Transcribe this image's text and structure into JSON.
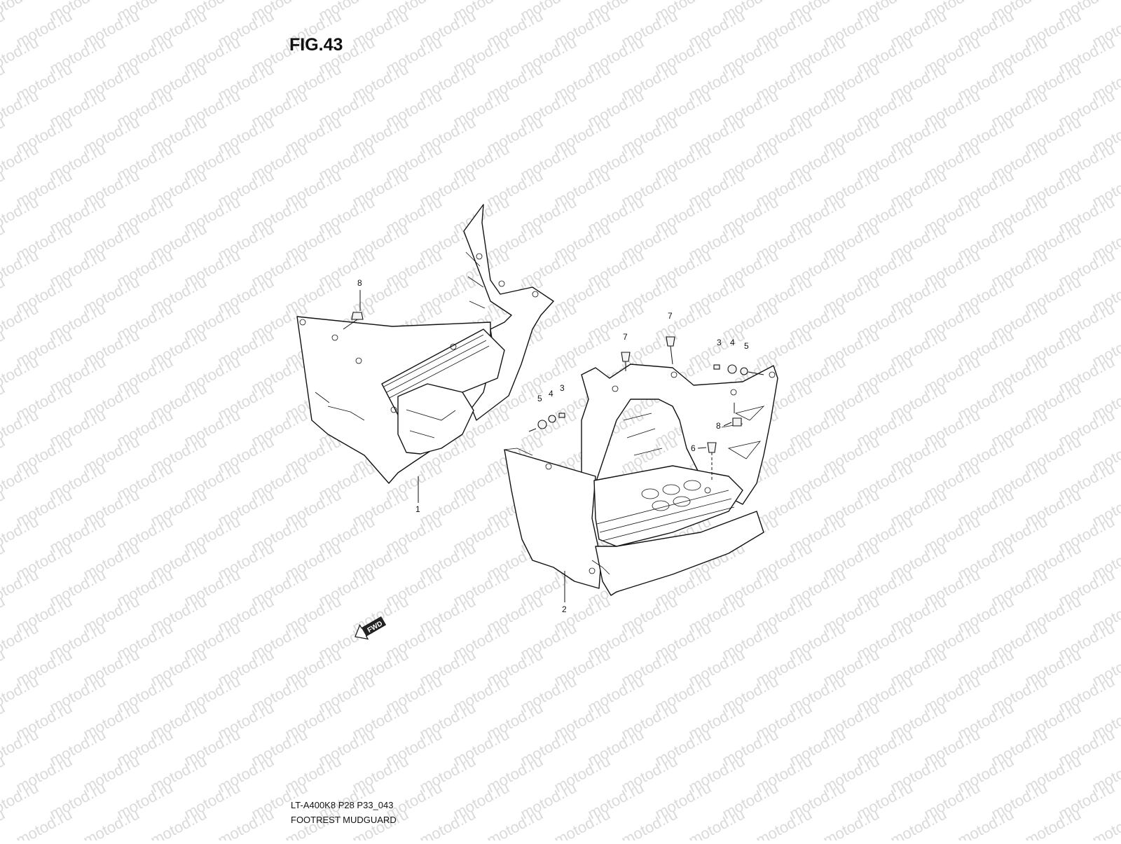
{
  "figure": {
    "title": "FIG.43",
    "model_code": "LT-A400K8 P28 P33_043",
    "section_name": "FOOTREST MUDGUARD"
  },
  "watermark": {
    "text": "motod.ru",
    "color": "#dadada"
  },
  "direction_arrow": {
    "label": "FWD",
    "icon": "fwd-arrow-icon"
  },
  "callouts": [
    {
      "id": "c-1",
      "label": "1"
    },
    {
      "id": "c-2",
      "label": "2"
    },
    {
      "id": "c-3a",
      "label": "3"
    },
    {
      "id": "c-3b",
      "label": "3"
    },
    {
      "id": "c-4a",
      "label": "4"
    },
    {
      "id": "c-4b",
      "label": "4"
    },
    {
      "id": "c-5a",
      "label": "5"
    },
    {
      "id": "c-5b",
      "label": "5"
    },
    {
      "id": "c-6",
      "label": "6"
    },
    {
      "id": "c-7a",
      "label": "7"
    },
    {
      "id": "c-7b",
      "label": "7"
    },
    {
      "id": "c-8a",
      "label": "8"
    },
    {
      "id": "c-8b",
      "label": "8"
    }
  ]
}
